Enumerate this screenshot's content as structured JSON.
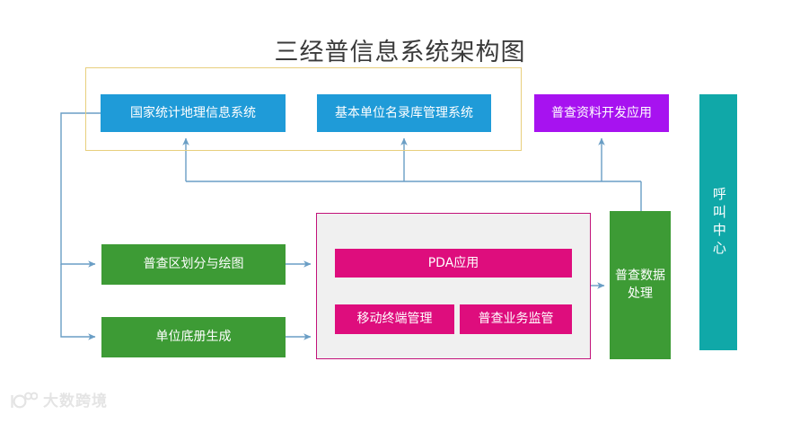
{
  "title": "三经普信息系统架构图",
  "nodes": {
    "geo_info": "国家统计地理信息系统",
    "unit_directory": "基本单位名录库管理系统",
    "data_development": "普查资料开发应用",
    "call_center": "呼叫中心",
    "zone_mapping": "普查区划分与绘图",
    "unit_roster": "单位底册生成",
    "pda_app": "PDA应用",
    "mobile_terminal_mgmt": "移动终端管理",
    "census_biz_supervision": "普查业务监管",
    "census_data_processing": "普查数据处理"
  },
  "watermark": {
    "text": "大数跨境",
    "logo_icon": "spectacles-logo-icon"
  },
  "colors": {
    "blue": "#1f9bd8",
    "purple": "#a712f0",
    "teal": "#10a8a8",
    "green": "#3d9b35",
    "magenta": "#de0d7d",
    "panel_bg": "#f0f0f0",
    "panel_border": "#c2127a",
    "gold_frame": "#e8cf7d",
    "connector": "#6a9ec5",
    "title_text": "#3a3a3a",
    "watermark_text": "#e2e2e2"
  },
  "connectors": [
    {
      "name": "geo-info-to-zone-mapping",
      "from": "geo_info",
      "to": "zone_mapping"
    },
    {
      "name": "geo-info-to-unit-roster",
      "from": "geo_info",
      "to": "unit_roster"
    },
    {
      "name": "zone-mapping-to-pda-group",
      "from": "zone_mapping",
      "to": "pda_group"
    },
    {
      "name": "unit-roster-to-pda-group",
      "from": "unit_roster",
      "to": "pda_group"
    },
    {
      "name": "pda-group-to-data-processing",
      "from": "pda_group",
      "to": "census_data_processing"
    },
    {
      "name": "bus-to-geo-info",
      "from": "bus",
      "to": "geo_info"
    },
    {
      "name": "bus-to-unit-directory",
      "from": "bus",
      "to": "unit_directory"
    },
    {
      "name": "bus-to-data-development",
      "from": "bus",
      "to": "data_development"
    },
    {
      "name": "data-processing-to-bus",
      "from": "census_data_processing",
      "to": "bus"
    }
  ]
}
